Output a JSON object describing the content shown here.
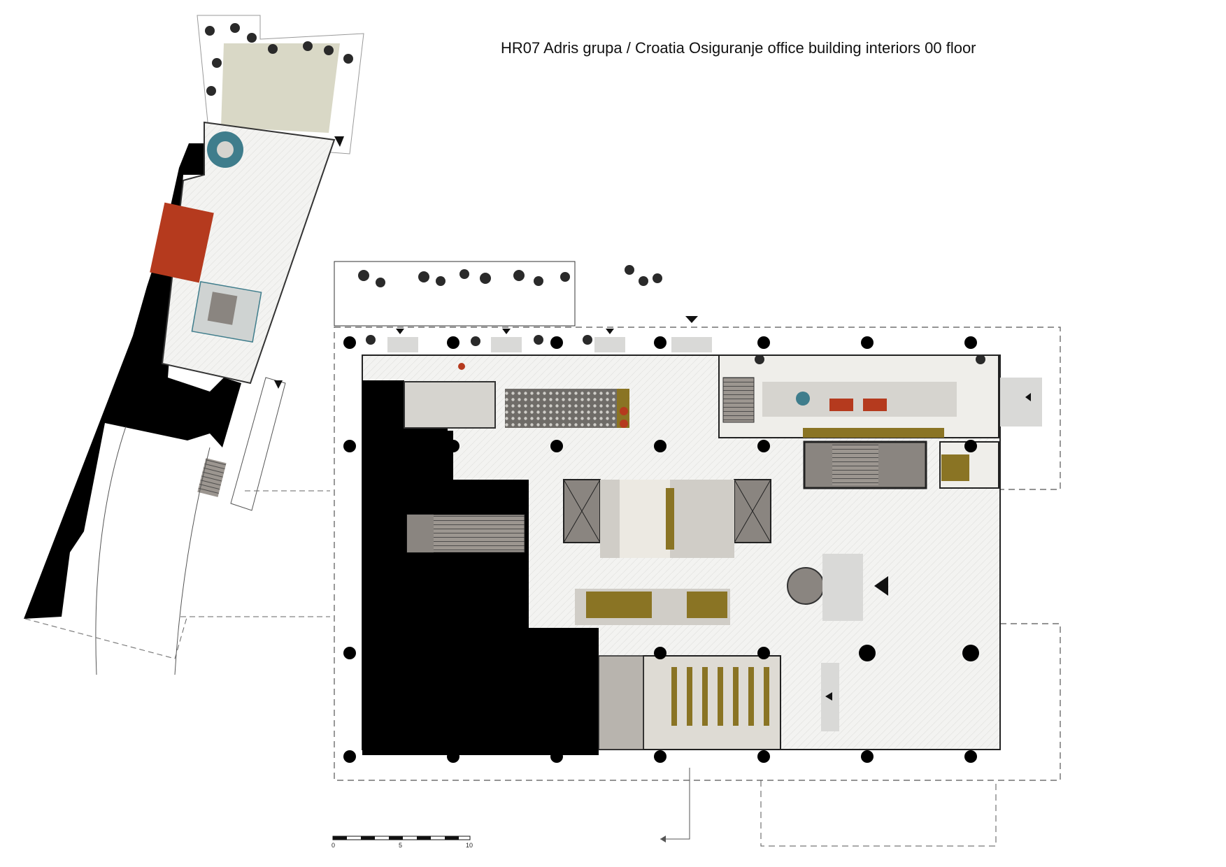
{
  "title": "HR07 Adris grupa / Croatia Osiguranje office building interiors 00 floor",
  "scale_bar": {
    "labels": [
      "0",
      "5",
      "10"
    ]
  },
  "palette": {
    "wall": "#000000",
    "floor_light": "#f2f2ef",
    "floor_mid": "#d6d4cf",
    "floor_dark": "#8a8580",
    "terrace": "#d9d8c6",
    "accent_red": "#b53a1e",
    "accent_ochre": "#8a7424",
    "accent_teal": "#3f7d8c",
    "tree": "#2a2a2a"
  }
}
